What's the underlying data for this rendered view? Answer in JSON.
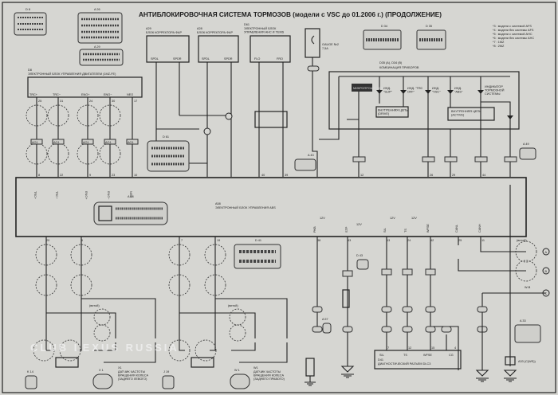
{
  "title": "АНТИБЛОКИРОВОЧНАЯ СИСТЕМА ТОРМОЗОВ (модели с VSC до 01.2006 г.) (ПРОДОЛЖЕНИЕ)",
  "legend": [
    "*3 : модели с системой AFS",
    "*4 : модели без системы AFS",
    "*5 : модели с системой AHC",
    "*6 : модели без системы AHC",
    "*7 : 1MZ",
    "*8 : 2MZ"
  ],
  "connectors": {
    "d8": "D 8",
    "a26": "A 26",
    "a29c": "A 29",
    "d34": "D 34",
    "d35": "D 35",
    "d61c": "D 61",
    "a43": "A 43",
    "a49": "A 49",
    "a58c": "A 58",
    "d41c": "D 41",
    "d43": "D 43",
    "a57": "A 57",
    "a33c": "A 33",
    "k14": "K 14",
    "x1c": "X 1",
    "j19": "J 19",
    "w1c": "W 1"
  },
  "a29": {
    "id": "A29",
    "name": "БЛОК КОРРЕКТОРА ФАР",
    "pins": [
      "SPDL",
      "SPDR"
    ]
  },
  "a28": {
    "id": "A28",
    "name": "БЛОК КОРРЕКТОРА ФАР",
    "pins": [
      "SPDL",
      "SPDR"
    ]
  },
  "d61": {
    "id": "D61",
    "name": "ЭЛЕКТРОННЫЙ БЛОК УПРАВЛЕНИЯ AHC И TEMS",
    "pins": [
      "FLO",
      "FRO"
    ]
  },
  "fuse": {
    "name": "GAUGE №2",
    "rating": "7,5A"
  },
  "d8": {
    "id": "D8",
    "name": "ЭЛЕКТРОННЫЙ БЛОК УПРАВЛЕНИЯ ДВИГАТЕЛЕМ (1MZ-FE)",
    "pins": [
      "TRC+",
      "TRC−",
      "ENG+",
      "ENG−",
      "NEO"
    ],
    "numbers": [
      "25",
      "31",
      "24",
      "30",
      "17"
    ]
  },
  "meter": {
    "ids": "D35 (A), D34 (B)",
    "name": "КОМБИНАЦИЯ ПРИБОРОВ",
    "cpu": "МИКРОПРОЦЕССОР",
    "drive": "ВНУТРЕННЯЯ ЦЕПЬ (DRIVE)",
    "active": "ВНУТРЕННЯЯ ЦЕПЬ (ACTIVE)",
    "ind": [
      "ИНД. \"SLIP\"",
      "ИНД. \"TRC OFF\"",
      "ИНД. \"VSC\"",
      "ИНД. \"ABS\"",
      "ИНДИКАТОР ТОРМОЗНОЙ СИСТЕМЫ"
    ]
  },
  "ecu": {
    "id": "A58",
    "name": "ЭЛЕКТРОННЫЙ БЛОК УПРАВЛЕНИЯ ABS",
    "top_pins": [
      "TRC+",
      "TRC−",
      "ENG+",
      "ENG−",
      "NEO"
    ],
    "top_numbers": [
      "8",
      "22",
      "9",
      "23",
      "10",
      "40",
      "39",
      "12",
      "26",
      "29",
      "44"
    ],
    "bottom_pins": [
      "PKB",
      "STP",
      "SIL",
      "TS",
      "WFSE",
      "CANL",
      "CANH"
    ],
    "bottom_numbers": [
      "30",
      "20",
      "6",
      "7",
      "19",
      "38",
      "43",
      "13",
      "24",
      "42",
      "25",
      "11"
    ]
  },
  "dlc3": {
    "id": "D41",
    "name": "ДИАГНОСТИЧЕСКИЙ РАЗЪЕМ DLC3",
    "pins": [
      "SIL",
      "TS",
      "WFSE",
      "CG"
    ],
    "numbers": [
      "7",
      "12",
      "15",
      "4"
    ]
  },
  "sensors": [
    {
      "id": "X1",
      "name": "ДАТЧИК ЧАСТОТЫ ВРАЩЕНИЯ КОЛЕСА (ЗАДНЕГО ЛЕВОГО)"
    },
    {
      "id": "W1",
      "name": "ДАТЧИК ЧАСТОТЫ ВРАЩЕНИЯ КОЛЕСА (ЗАДНЕГО ПРАВОГО)"
    }
  ],
  "splice": "AO1",
  "supply": "12V",
  "twisted": "(витой)",
  "side_labels": [
    "A",
    "B",
    "C"
  ],
  "wb": "W-B",
  "a33": "A33 (C(WS))",
  "watermark": "CLUB LEXUS RUSSIA"
}
